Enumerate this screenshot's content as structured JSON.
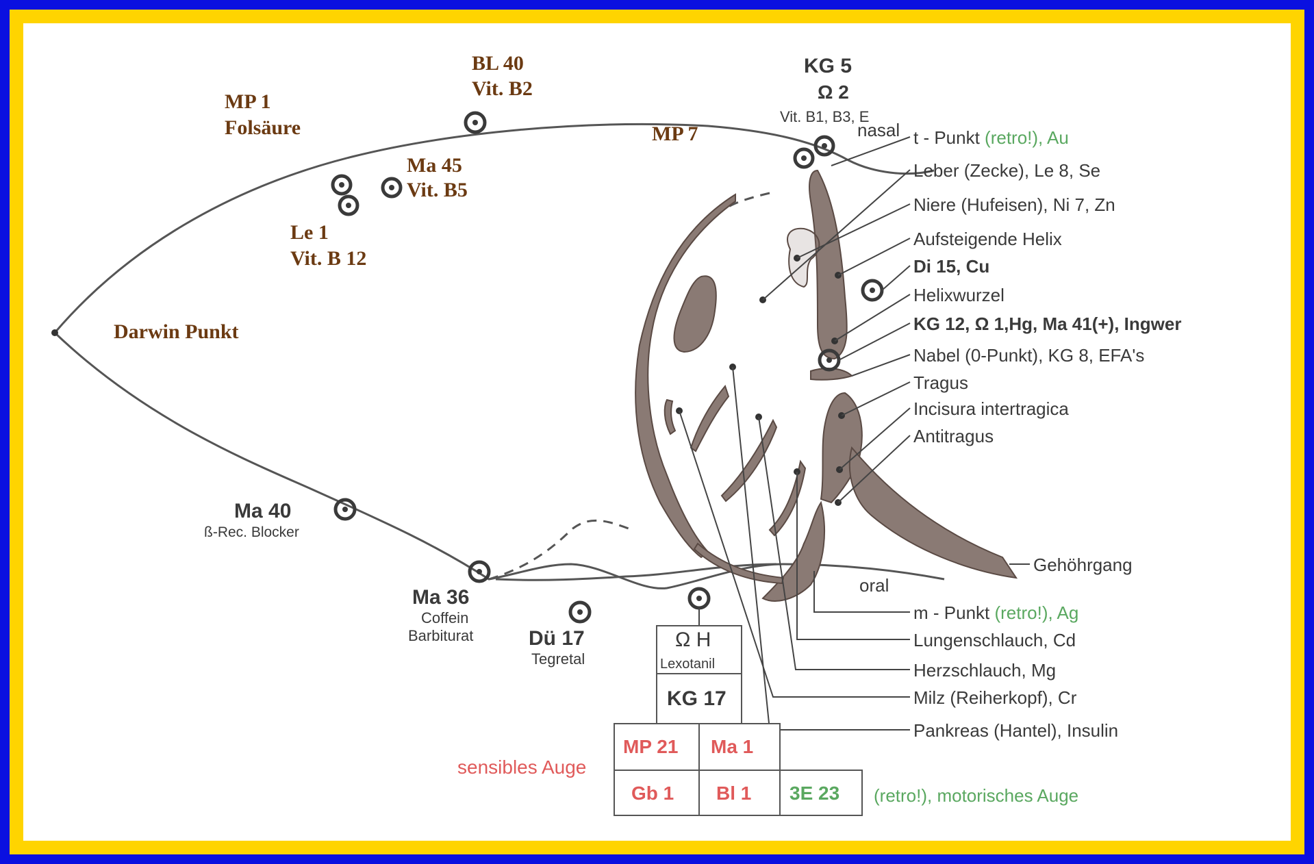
{
  "top_labels": {
    "mp1": [
      "MP 1",
      "Folsäure"
    ],
    "bl40": [
      "BL 40",
      "Vit. B2"
    ],
    "mp7": "MP 7",
    "ma45": [
      "Ma 45",
      "Vit. B5"
    ],
    "le1": [
      "Le 1",
      "Vit. B 12"
    ],
    "darwin": "Darwin Punkt",
    "kg5": "KG 5",
    "omega2": "Ω 2",
    "kg5_sub": "Vit. B1, B3, E",
    "nasal": "nasal",
    "oral": "oral"
  },
  "bottom_labels": {
    "ma40": [
      "Ma 40",
      "ß-Rec. Blocker"
    ],
    "ma36": [
      "Ma 36",
      "Coffein",
      "Barbiturat"
    ],
    "du17": [
      "Dü 17",
      "Tegretal"
    ],
    "omega_h": "Ω H",
    "lexotanil": "Lexotanil",
    "kg17": "KG 17"
  },
  "eye_table": {
    "sensibles": "sensibles Auge",
    "mp21": "MP 21",
    "ma1": "Ma 1",
    "gb1": "Gb 1",
    "bl1": "Bl 1",
    "e3_23": "3E 23",
    "motor": "(retro!), motorisches Auge"
  },
  "right_labels": [
    {
      "main": "t - Punkt ",
      "green": "(retro!), Au"
    },
    {
      "main": "Leber (Zecke), Le 8, Se",
      "green": ""
    },
    {
      "main": "Niere (Hufeisen), Ni 7, Zn",
      "green": ""
    },
    {
      "main": "Aufsteigende Helix",
      "green": ""
    },
    {
      "main": "Di 15, Cu",
      "green": ""
    },
    {
      "main": "Helixwurzel",
      "green": ""
    },
    {
      "main": "KG 12,  Ω 1,Hg, Ma 41(+), Ingwer",
      "green": ""
    },
    {
      "main": "Nabel (0-Punkt), KG 8, EFA's",
      "green": ""
    },
    {
      "main": "Tragus",
      "green": ""
    },
    {
      "main": "Incisura intertragica",
      "green": ""
    },
    {
      "main": "Antitragus",
      "green": ""
    },
    {
      "main": "Gehöhrgang",
      "green": ""
    },
    {
      "main": "m - Punkt ",
      "green": "(retro!), Ag"
    },
    {
      "main": "Lungenschlauch, Cd",
      "green": ""
    },
    {
      "main": "Herzschlauch, Mg",
      "green": ""
    },
    {
      "main": "Milz (Reiherkopf), Cr",
      "green": ""
    },
    {
      "main": "Pankreas (Hantel), Insulin",
      "green": ""
    }
  ],
  "colors": {
    "frame_blue": "#0a10e0",
    "frame_yellow": "#ffd400",
    "brown_label": "#6b3a12",
    "red_label": "#e05a5a",
    "green_label": "#5aa860"
  }
}
